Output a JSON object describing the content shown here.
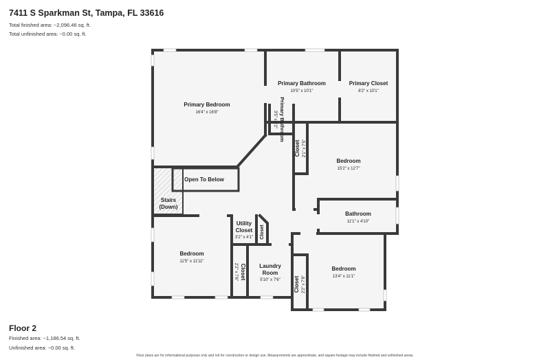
{
  "header": {
    "address": "7411 S Sparkman St, Tampa, FL 33616",
    "total_finished": "Total finished area: ~2,096.46 sq. ft.",
    "total_unfinished": "Total unfinished area: ~0.00 sq. ft."
  },
  "floor": {
    "title": "Floor 2",
    "finished": "Finished area: ~1,186.54 sq. ft.",
    "unfinished": "Unfinished area: ~0.00 sq. ft."
  },
  "rooms": {
    "primary_bedroom": {
      "name": "Primary Bedroom",
      "dim": "16'4\" x 16'8\""
    },
    "primary_bathroom": {
      "name": "Primary Bathroom",
      "dim": "10'5\" x 10'1\""
    },
    "primary_closet": {
      "name": "Primary Closet",
      "dim": "8'2\" x 10'1\""
    },
    "primary_bathroom_small": {
      "name": "Primary Bathroom",
      "dim": "3'5\" x 4'2\""
    },
    "closet_a": {
      "name": "Closet",
      "dim": "2'1\" x 7'5\""
    },
    "bedroom_a": {
      "name": "Bedroom",
      "dim": "15'2\" x 12'7\""
    },
    "open_to_below": {
      "name": "Open To Below"
    },
    "stairs": {
      "name": "Stairs",
      "sub": "(Down)"
    },
    "bathroom": {
      "name": "Bathroom",
      "dim": "11'1\" x 4'10\""
    },
    "utility_closet": {
      "name": "Utility",
      "name2": "Closet",
      "dim": "3'2\" x 4'1\""
    },
    "closet_small": {
      "name": "Closet"
    },
    "bedroom_b": {
      "name": "Bedroom",
      "dim": "11'5\" x 11'11\""
    },
    "closet_b": {
      "name": "Closet",
      "dim": "2'2\" x 7'6\""
    },
    "laundry": {
      "name": "Laundry",
      "name2": "Room",
      "dim": "5'10\" x 7'6\""
    },
    "bedroom_c": {
      "name": "Bedroom",
      "dim": "13'4\" x 11'1\""
    },
    "closet_c": {
      "name": "Closet",
      "dim": "2'2\" x 7'8\""
    }
  },
  "disclaimer": "Floor plans are for informational purposes only and not for construction or design use. Measurements are approximate, and square footage may include finished and unfinished areas.",
  "colors": {
    "wall": "#3a3a3a",
    "floor": "#f5f5f5",
    "window": "#cccccc"
  }
}
